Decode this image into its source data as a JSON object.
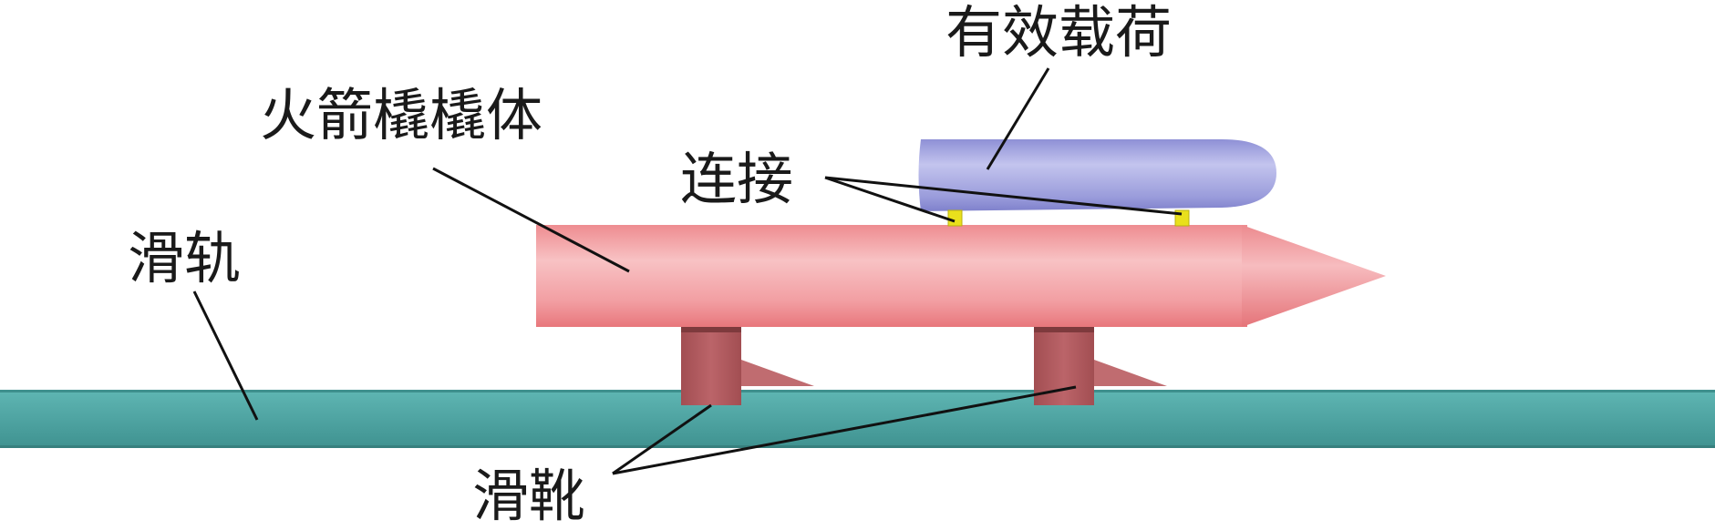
{
  "labels": {
    "payload": "有效载荷",
    "sled_body": "火箭橇橇体",
    "connection": "连接",
    "rail": "滑轨",
    "slipper": "滑靴"
  },
  "colors": {
    "rail": "#55a9a7",
    "sled_body": "#f0a0a4",
    "payload": "#a6a8e0",
    "connector": "#e9e01c",
    "slipper": "#b0585c",
    "leader_line": "#111111"
  }
}
